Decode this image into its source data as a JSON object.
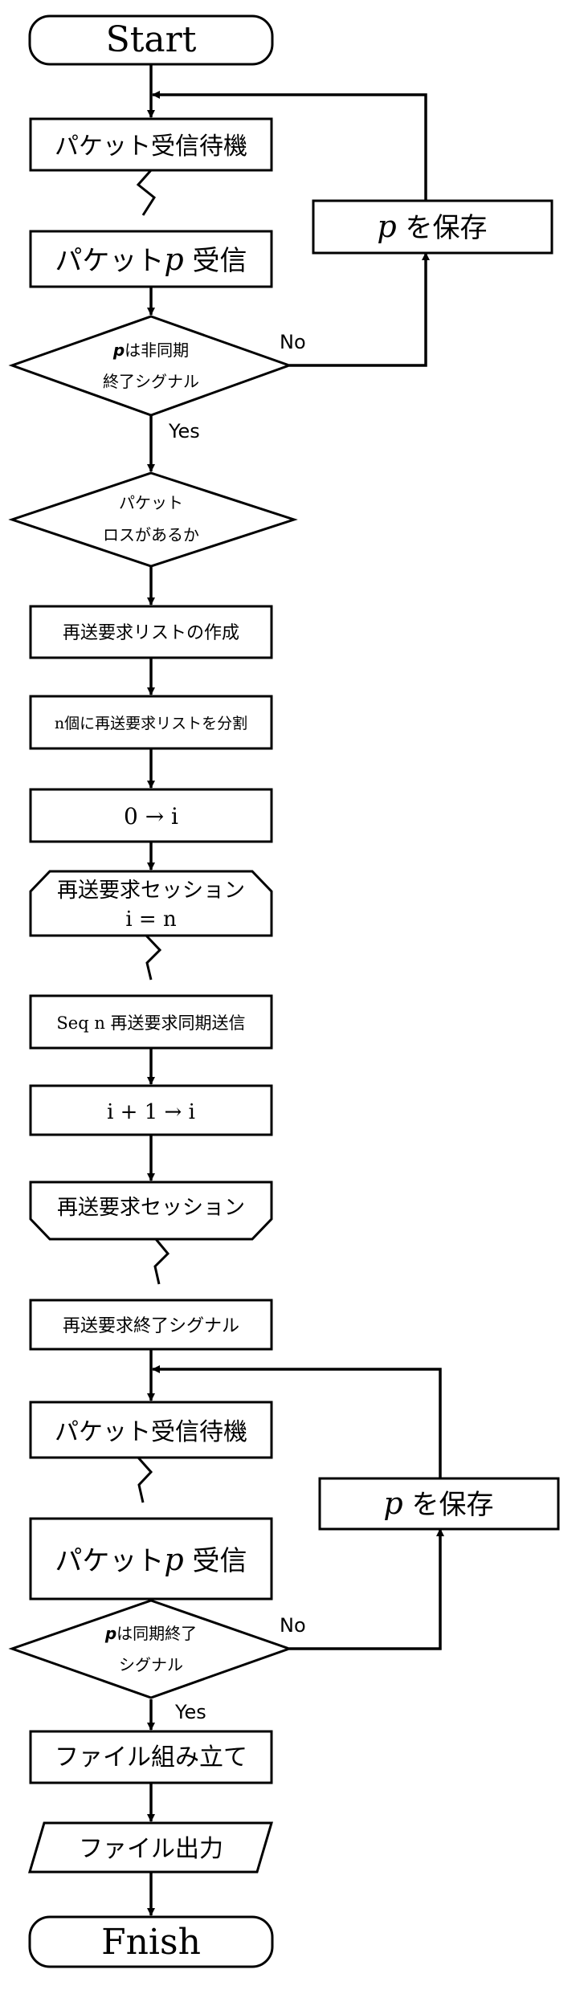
{
  "nodes": {
    "start": "Start",
    "wait1": "パケット受信待機",
    "recv1_pre": "パケット",
    "p_var": "p",
    "recv_post": " 受信",
    "save1_post": " を保存",
    "dec1_l1_post": "は非同期",
    "dec1_l2": "終了シグナル",
    "dec2_l1": "パケット",
    "dec2_l2": "ロスがあるか",
    "make_list": "再送要求リストの作成",
    "split": "n個に再送要求リストを分割",
    "init": "0 → i",
    "loop_start_l1": "再送要求セッション",
    "loop_start_l2": "i = n",
    "seq_send": "Seq n 再送要求同期送信",
    "incr": "i + 1 → i",
    "loop_end": "再送要求セッション",
    "end_signal": "再送要求終了シグナル",
    "wait2": "パケット受信待機",
    "recv2_pre": "パケット",
    "save2_post": " を保存",
    "dec3_l1_post": "は同期終了",
    "dec3_l2": "シグナル",
    "assemble": "ファイル組み立て",
    "output": "ファイル出力",
    "finish": "Fnish"
  },
  "labels": {
    "no1": "No",
    "yes1": "Yes",
    "no2": "No",
    "yes2": "Yes"
  }
}
